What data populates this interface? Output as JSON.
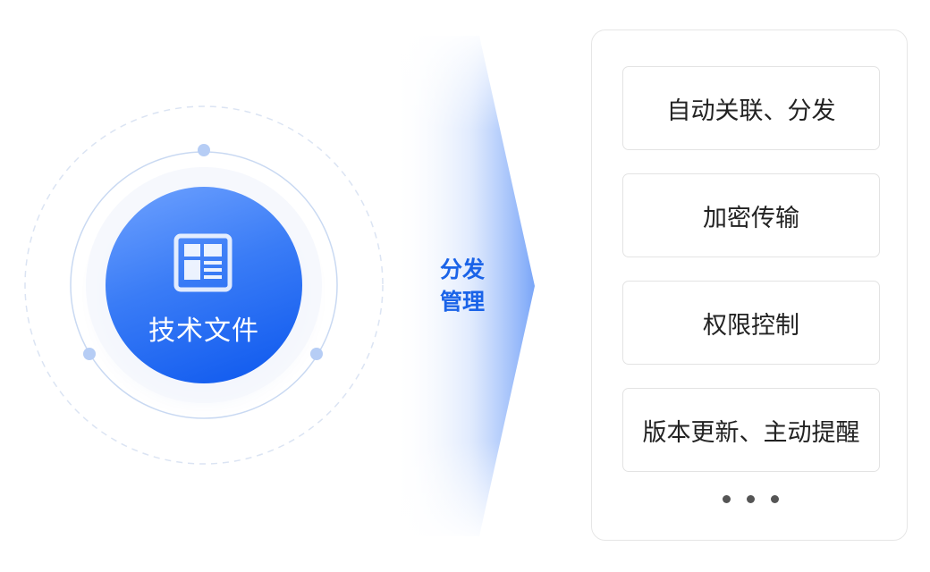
{
  "center": {
    "label": "技术文件",
    "icon": "document-layout-icon"
  },
  "flow_label": {
    "line1": "分发",
    "line2": "管理"
  },
  "features": [
    {
      "label": "自动关联、分发"
    },
    {
      "label": "加密传输"
    },
    {
      "label": "权限控制"
    },
    {
      "label": "版本更新、主动提醒"
    }
  ],
  "more_indicator": "ellipsis-dots",
  "colors": {
    "accent": "#1a63e8",
    "circle_top": "#6fa2ff",
    "circle_bottom": "#0c57ee",
    "ring": "#c9d9f2",
    "ring_dot": "#b6cdf5",
    "text": "#222222",
    "border": "#e3e3e3"
  }
}
